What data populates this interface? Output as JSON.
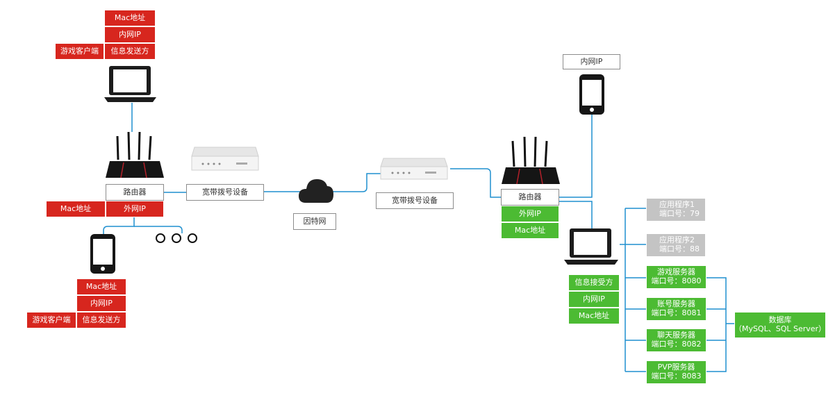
{
  "left": {
    "top_client": {
      "mac": "Mac地址",
      "ip": "内网IP",
      "role": "游戏客户端",
      "sender": "信息发送方"
    },
    "router": {
      "label": "路由器",
      "mac": "Mac地址",
      "ip": "外网IP"
    },
    "modem": {
      "label": "宽带拨号设备"
    },
    "bottom_client": {
      "mac": "Mac地址",
      "ip": "内网IP",
      "role": "游戏客户端",
      "sender": "信息发送方"
    }
  },
  "internet": {
    "label": "因特网"
  },
  "right": {
    "modem": {
      "label": "宽带拨号设备"
    },
    "router": {
      "label": "路由器",
      "ip": "外网IP",
      "mac": "Mac地址"
    },
    "phone": {
      "ip": "内网IP"
    },
    "server_pc": {
      "receiver": "信息接受方",
      "ip": "内网IP",
      "mac": "Mac地址"
    },
    "apps": [
      {
        "name": "应用程序1",
        "port": "端口号：79"
      },
      {
        "name": "应用程序2",
        "port": "端口号：88"
      }
    ],
    "services": [
      {
        "name": "游戏服务器",
        "port": "端口号：8080"
      },
      {
        "name": "账号服务器",
        "port": "端口号：8081"
      },
      {
        "name": "聊天服务器",
        "port": "端口号：8082"
      },
      {
        "name": "PVP服务器",
        "port": "端口号：8083"
      }
    ],
    "database": {
      "name": "数据库",
      "detail": "（MySQL、SQL Server）"
    }
  },
  "colors": {
    "red": "#d7261e",
    "green": "#4cbb33",
    "gray": "#c4c4c4",
    "wire": "#1e8fcf"
  }
}
